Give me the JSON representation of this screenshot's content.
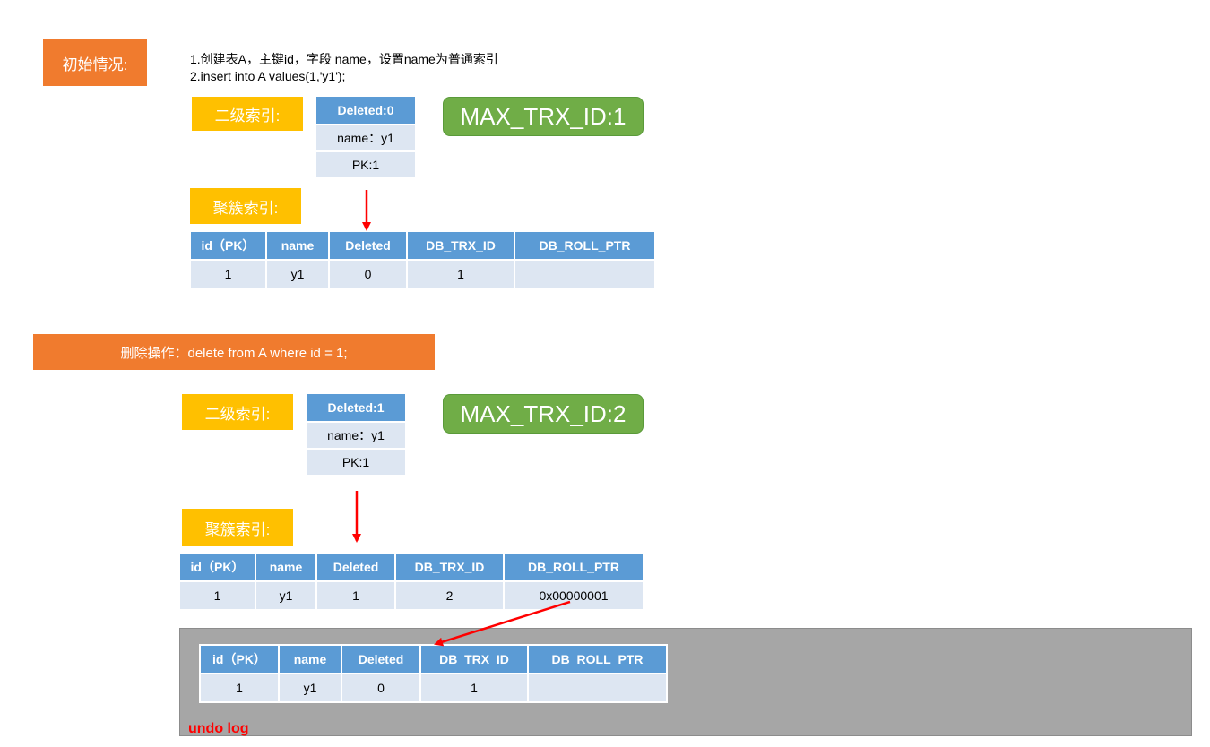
{
  "initial": {
    "label": "初始情况:",
    "step1": "1.创建表A，主键id，字段 name，设置name为普通索引",
    "step2": "2.insert into A values(1,'y1');",
    "secondary_label": "二级索引:",
    "secondary_index": [
      "Deleted:0",
      "name：y1",
      "PK:1"
    ],
    "max_trx": "MAX_TRX_ID:1",
    "clustered_label": "聚簇索引:",
    "table": {
      "headers": [
        "id（PK）",
        "name",
        "Deleted",
        "DB_TRX_ID",
        "DB_ROLL_PTR"
      ],
      "row": [
        "1",
        "y1",
        "0",
        "1",
        ""
      ]
    }
  },
  "delete_op": {
    "label": "删除操作：delete from A where id = 1;",
    "secondary_label": "二级索引:",
    "secondary_index": [
      "Deleted:1",
      "name：y1",
      "PK:1"
    ],
    "max_trx": "MAX_TRX_ID:2",
    "clustered_label": "聚簇索引:",
    "table": {
      "headers": [
        "id（PK）",
        "name",
        "Deleted",
        "DB_TRX_ID",
        "DB_ROLL_PTR"
      ],
      "row": [
        "1",
        "y1",
        "1",
        "2",
        "0x00000001"
      ]
    }
  },
  "undo_log": {
    "label": "undo log",
    "table": {
      "headers": [
        "id（PK）",
        "name",
        "Deleted",
        "DB_TRX_ID",
        "DB_ROLL_PTR"
      ],
      "row": [
        "1",
        "y1",
        "0",
        "1",
        ""
      ]
    }
  },
  "colors": {
    "orange": "#f07b2e",
    "yellow": "#ffc000",
    "green": "#70ad47",
    "table_header": "#5b9bd5",
    "table_cell": "#dde6f2",
    "undo_background": "#a6a6a6",
    "arrow": "#ff0000"
  }
}
